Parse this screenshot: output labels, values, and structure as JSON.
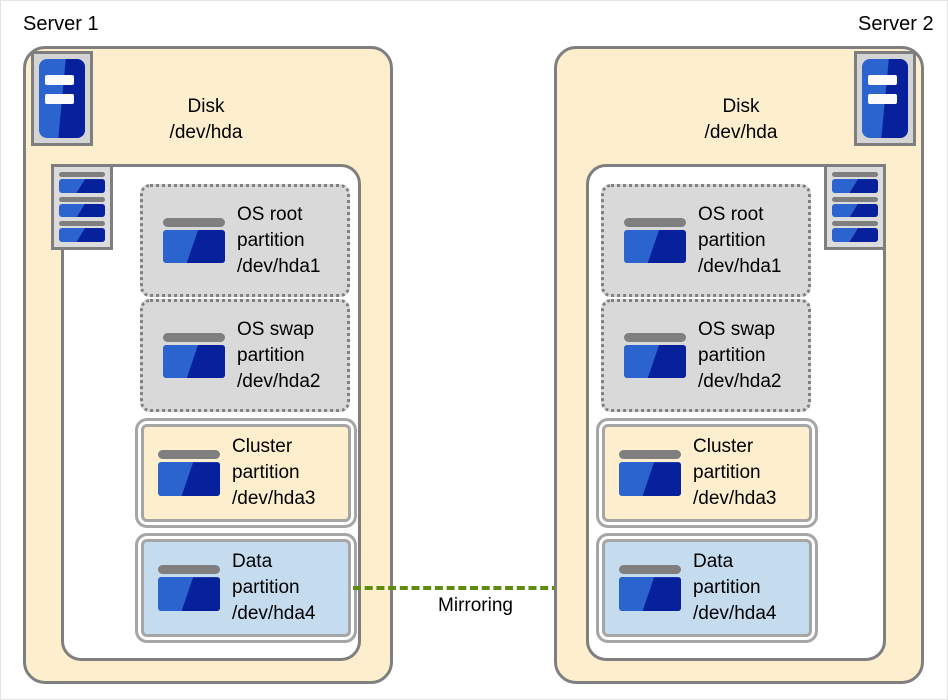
{
  "servers": [
    {
      "label": "Server 1",
      "disk_caption_line1": "Disk",
      "disk_caption_line2": "/dev/hda",
      "partitions": [
        {
          "line1": "OS root",
          "line2": "partition",
          "line3": "/dev/hda1",
          "style": "dotted"
        },
        {
          "line1": "OS swap",
          "line2": "partition",
          "line3": "/dev/hda2",
          "style": "dotted"
        },
        {
          "line1": "Cluster",
          "line2": "partition",
          "line3": "/dev/hda3",
          "style": "cluster"
        },
        {
          "line1": "Data",
          "line2": "partition",
          "line3": "/dev/hda4",
          "style": "data"
        }
      ]
    },
    {
      "label": "Server 2",
      "disk_caption_line1": "Disk",
      "disk_caption_line2": "/dev/hda",
      "partitions": [
        {
          "line1": "OS root",
          "line2": "partition",
          "line3": "/dev/hda1",
          "style": "dotted"
        },
        {
          "line1": "OS swap",
          "line2": "partition",
          "line3": "/dev/hda2",
          "style": "dotted"
        },
        {
          "line1": "Cluster",
          "line2": "partition",
          "line3": "/dev/hda3",
          "style": "cluster"
        },
        {
          "line1": "Data",
          "line2": "partition",
          "line3": "/dev/hda4",
          "style": "data"
        }
      ]
    }
  ],
  "connector": {
    "label": "Mirroring",
    "color": "#5e8c11",
    "direction": "left-to-right"
  },
  "icons": {
    "server_tower": "server-tower-icon",
    "disk_stack": "disk-stack-icon",
    "partition": "disk-platter-icon"
  },
  "colors": {
    "server_fill": "#fdefce",
    "disk_fill": "#ffffff",
    "os_partition_fill": "#d9d9d9",
    "cluster_partition_fill": "#fdefce",
    "data_partition_fill": "#c5dcef",
    "border": "#7f7f7f",
    "accent_blue": "#2b63cf",
    "accent_navy": "#06219b",
    "mirror_green": "#5e8c11"
  }
}
